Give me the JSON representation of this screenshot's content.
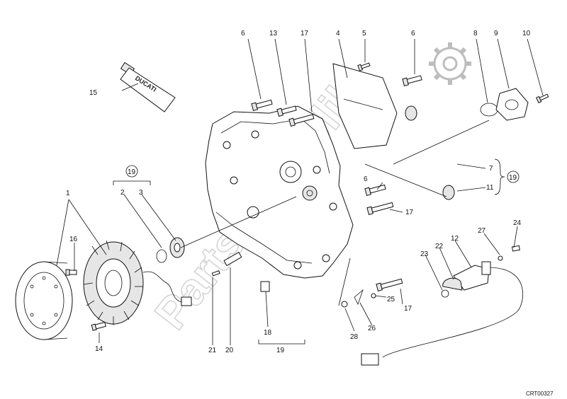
{
  "watermark": "PartsRepublik",
  "tube_brand": "DUCATI",
  "diagram_code": "CRT00327",
  "labels": {
    "l1": "1",
    "l2": "2",
    "l3": "3",
    "l4": "4",
    "l5": "5",
    "l6a": "6",
    "l6b": "6",
    "l6c": "6",
    "l7": "7",
    "l8": "8",
    "l9": "9",
    "l10": "10",
    "l11": "11",
    "l12": "12",
    "l13": "13",
    "l14": "14",
    "l15": "15",
    "l16": "16",
    "l17a": "17",
    "l17b": "17",
    "l17c": "17",
    "l18": "18",
    "l19a": "19",
    "l19b": "19",
    "l19c": "19",
    "l20": "20",
    "l21": "21",
    "l22": "22",
    "l23": "23",
    "l24": "24",
    "l25": "25",
    "l26": "26",
    "l27": "27",
    "l28": "28"
  },
  "colors": {
    "line": "#111111",
    "watermark": "#c8c8c8",
    "paper": "#ffffff"
  },
  "icons": {
    "logo": "gear-icon"
  }
}
